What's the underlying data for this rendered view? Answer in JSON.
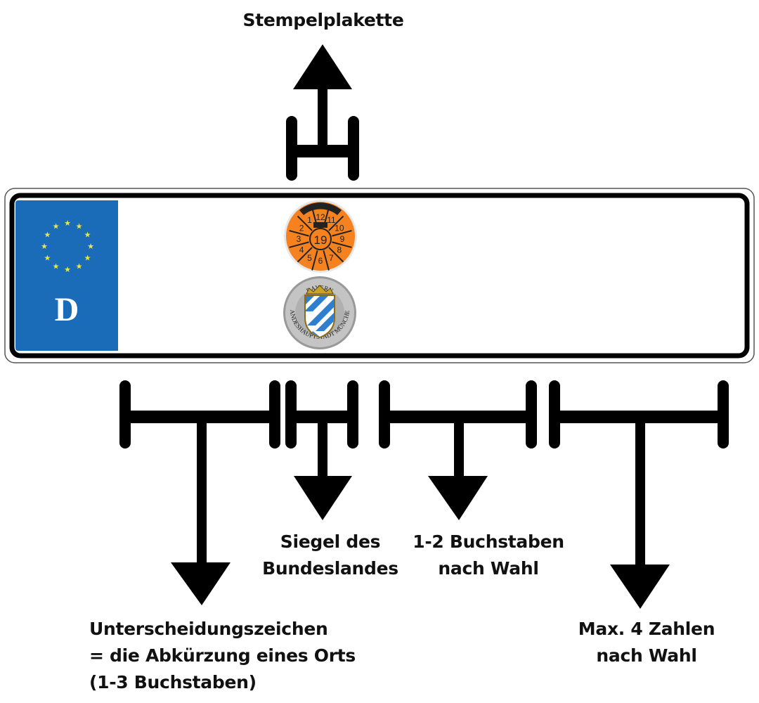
{
  "labels": {
    "top": "Stempelplakette",
    "seal": [
      "Siegel des",
      "Bundeslandes"
    ],
    "letters": [
      "1-2 Buchstaben",
      "nach Wahl"
    ],
    "district": [
      "Unterscheidungszeichen",
      "= die Abkürzung eines Orts",
      "(1-3 Buchstaben)"
    ],
    "numbers": [
      "Max. 4 Zahlen",
      "nach Wahl"
    ]
  },
  "plate": {
    "country_code": "D",
    "eu_band_color": "#1a6bb8",
    "star_color": "#e8e84a",
    "inspection_sticker": {
      "year": "19",
      "months": [
        "1",
        "2",
        "3",
        "4",
        "5",
        "6",
        "7",
        "8",
        "9",
        "10",
        "11",
        "12"
      ],
      "color": "#f5821f"
    },
    "state_seal": {
      "top_text": "BAYERN",
      "ring_text": "LANDESHAUPTSTADT MÜNCHEN",
      "color": "#b5b5b5"
    }
  }
}
